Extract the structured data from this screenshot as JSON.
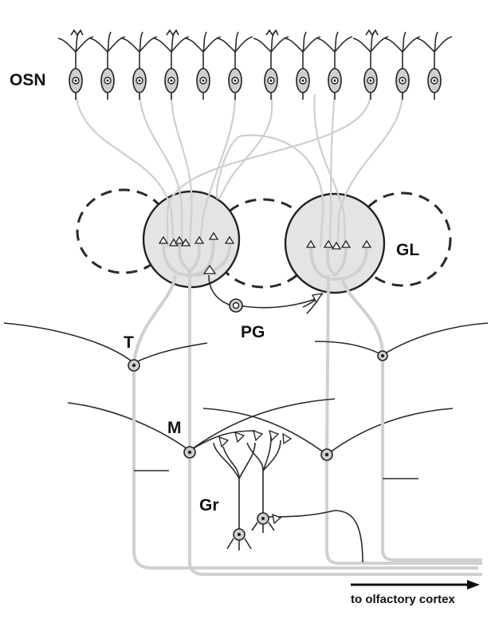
{
  "labels": {
    "osn": "OSN",
    "gl": "GL",
    "pg": "PG",
    "t": "T",
    "m": "M",
    "gr": "Gr",
    "output": "to olfactory cortex"
  },
  "colors": {
    "ink": "#222222",
    "fill": "#cfcfcf",
    "glomerulus": "#e4e4e4",
    "background": "#ffffff"
  }
}
